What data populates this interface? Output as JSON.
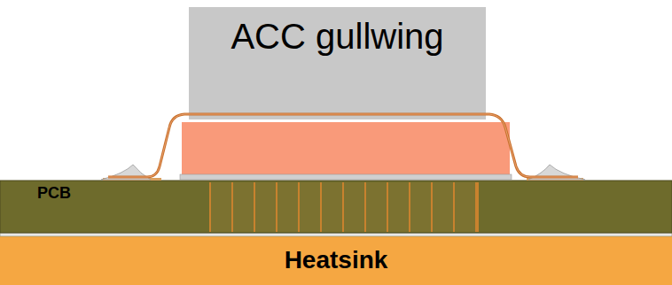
{
  "diagram": {
    "nodes": [
      {
        "text": [
          "ACC gullwing"
        ]
      },
      {
        "text": [
          "PCB"
        ]
      },
      {
        "text": [
          "Heatsink"
        ]
      }
    ]
  }
}
